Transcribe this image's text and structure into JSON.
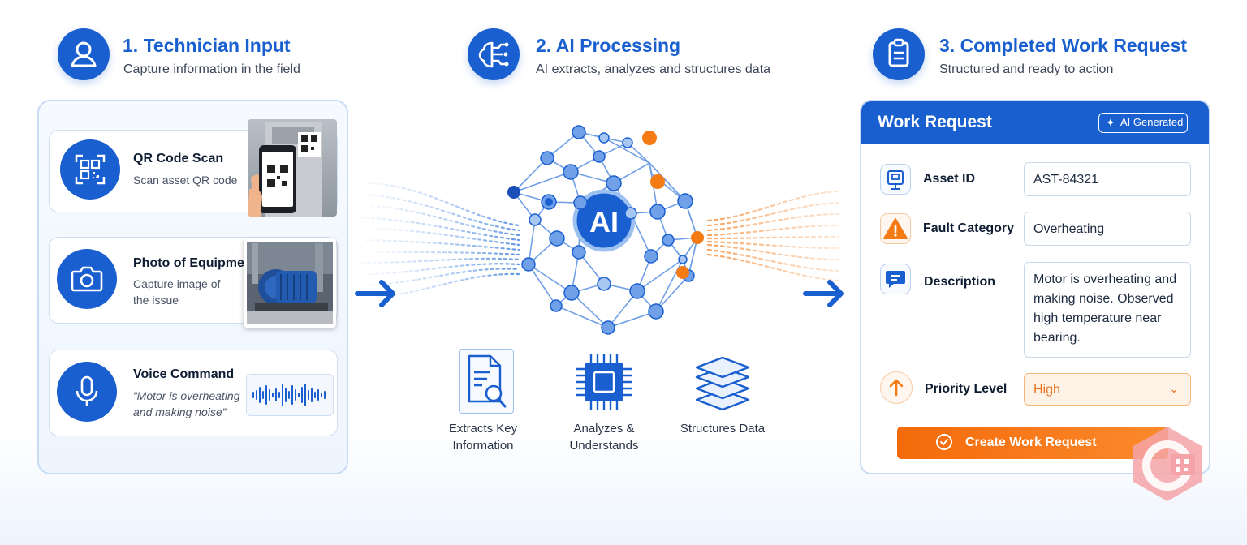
{
  "steps": [
    {
      "title": "1. Technician Input",
      "subtitle": "Capture information in the field"
    },
    {
      "title": "2. AI Processing",
      "subtitle": "AI extracts, analyzes and structures data"
    },
    {
      "title": "3. Completed Work Request",
      "subtitle": "Structured and ready to action"
    }
  ],
  "inputs": [
    {
      "title": "QR Code Scan",
      "subtitle": "Scan asset QR code",
      "icon": "qr-code-icon"
    },
    {
      "title": "Photo of Equipment",
      "subtitle": "Capture image of the issue",
      "icon": "camera-icon"
    },
    {
      "title": "Voice Command",
      "subtitle": "“Motor is overheating and making noise”",
      "icon": "microphone-icon"
    }
  ],
  "ai": {
    "center_label": "AI",
    "capabilities": [
      {
        "label": "Extracts Key Information",
        "icon": "document-search-icon"
      },
      {
        "label": "Analyzes & Understands",
        "icon": "chip-icon"
      },
      {
        "label": "Structures Data",
        "icon": "layers-icon"
      }
    ]
  },
  "work_request": {
    "title": "Work Request",
    "badge": "AI Generated",
    "fields": [
      {
        "label": "Asset ID",
        "value": "AST-84321",
        "icon": "asset-tag-icon"
      },
      {
        "label": "Fault Category",
        "value": "Overheating",
        "icon": "warning-icon"
      },
      {
        "label": "Description",
        "value": "Motor is overheating and making noise. Observed high temperature near bearing.",
        "icon": "chat-icon"
      },
      {
        "label": "Priority Level",
        "value": "High",
        "icon": "arrow-up-icon"
      }
    ],
    "button_label": "Create Work Request"
  },
  "colors": {
    "primary": "#1a5fd0",
    "accent": "#f46a0b",
    "light": "#eef5fe"
  }
}
